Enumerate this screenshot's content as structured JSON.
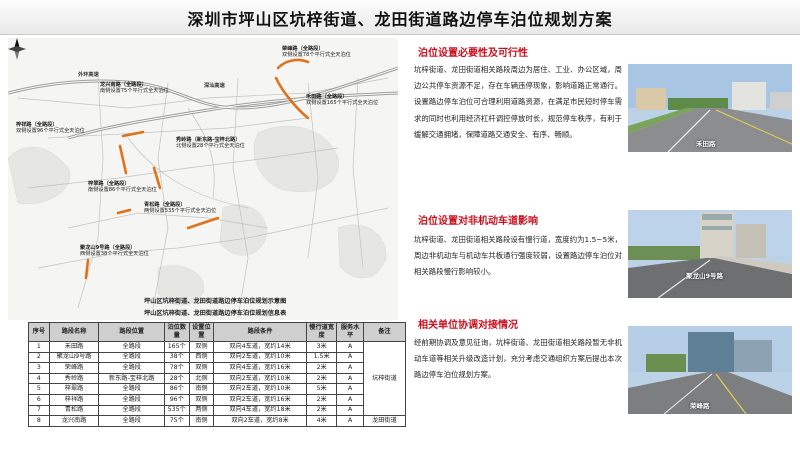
{
  "title": "深圳市坪山区坑梓街道、龙田街道路边停车泊位规划方案",
  "map": {
    "road_labels": [
      "外环高速",
      "深汕高速"
    ],
    "labels": [
      {
        "name": "荣峰路（全路段）",
        "desc": "双侧设置78个平行式全天泊位"
      },
      {
        "name": "龙兴南路（全路段）",
        "desc": "南侧设置75个平行式全天泊位"
      },
      {
        "name": "禾田路（全路段）",
        "desc": "双侧设置165个平行式全天泊位"
      },
      {
        "name": "梓祥路（全路段）",
        "desc": "双侧设置96个平行式全天泊位"
      },
      {
        "name": "秀岭路（新东路-宝梓北路）",
        "desc": "北侧设置28个平行式全天泊位"
      },
      {
        "name": "梓翠路（全路段）",
        "desc": "南侧设置86个平行式全天泊位"
      },
      {
        "name": "青松路（全路段）",
        "desc": "两侧设置535个平行式全天泊位"
      },
      {
        "name": "聚龙山9号路（全路段）",
        "desc": "西侧设置38个平行式全天泊位"
      }
    ],
    "caption1": "坪山区坑梓街道、龙田街道路边停车泊位规划示意图",
    "caption2": "坪山区坑梓街道、龙田街道路边停车泊位规划信息表"
  },
  "table": {
    "headers": [
      "序号",
      "路段名称",
      "路段位置",
      "泊位数量",
      "设置位置",
      "路段条件",
      "慢行道宽度",
      "服务水平",
      "备注"
    ],
    "rows": [
      [
        "1",
        "禾田路",
        "全路段",
        "165个",
        "双侧",
        "双向4车道，宽约14米",
        "3米",
        "A"
      ],
      [
        "2",
        "聚龙山9号路",
        "全路段",
        "38个",
        "西侧",
        "双向2车道，宽约10米",
        "1.5米",
        "A"
      ],
      [
        "3",
        "荣峰路",
        "全路段",
        "78个",
        "双侧",
        "双向4车道，宽约16米",
        "2米",
        "A"
      ],
      [
        "4",
        "秀岭路",
        "新东路-宝梓北路",
        "28个",
        "北侧",
        "双向2车道，宽约10米",
        "2米",
        "A"
      ],
      [
        "5",
        "梓翠路",
        "全路段",
        "86个",
        "南侧",
        "双向2车道，宽约10米",
        "5米",
        "A"
      ],
      [
        "6",
        "梓祥路",
        "全路段",
        "96个",
        "双侧",
        "双向2车道，宽约16米",
        "2米",
        "A"
      ],
      [
        "7",
        "青松路",
        "全路段",
        "535个",
        "两侧",
        "双向4车道，宽约18米",
        "2米",
        "A"
      ],
      [
        "8",
        "龙兴南路",
        "全路段",
        "75个",
        "南侧",
        "双向2车道，宽约8米",
        "4米",
        "A"
      ]
    ],
    "remark_group": "坑梓街道",
    "remark_last": "龙田街道"
  },
  "sections": [
    {
      "heading": "泊位设置必要性及可行性",
      "text": "坑梓街道、龙田街道相关路段周边为居住、工业、办公区域，周边公共停车资源不足，存在车辆违停现象，影响道路正常通行。设置路边停车泊位可合理利用道路资源，在满足市民短时停车需求的同时也利用经济杠杆调控停放时长，规范停车秩序，有利于缓解交通拥堵，保障道路交通安全、有序、畅顺。"
    },
    {
      "heading": "泊位设置对非机动车道影响",
      "text": "坑梓街道、龙田街道相关路段设有慢行道，宽度约为1.5~5米，周边非机动车与机动车共板通行强度较弱，设置路边停车泊位对相关路段慢行影响较小。"
    },
    {
      "heading": "相关单位协调对接情况",
      "text": "经前期协调及意见征询，坑梓街道、龙田街道相关路段暂无非机动车道等相关升级改造计划，充分考虑交通组织方案后提出本次路边停车泊位规划方案。"
    }
  ],
  "photos": [
    "禾田路",
    "聚龙山9号路",
    "荣峰路"
  ],
  "colors": {
    "accent_red": "#c8101e",
    "route_orange": "#e0721c"
  }
}
